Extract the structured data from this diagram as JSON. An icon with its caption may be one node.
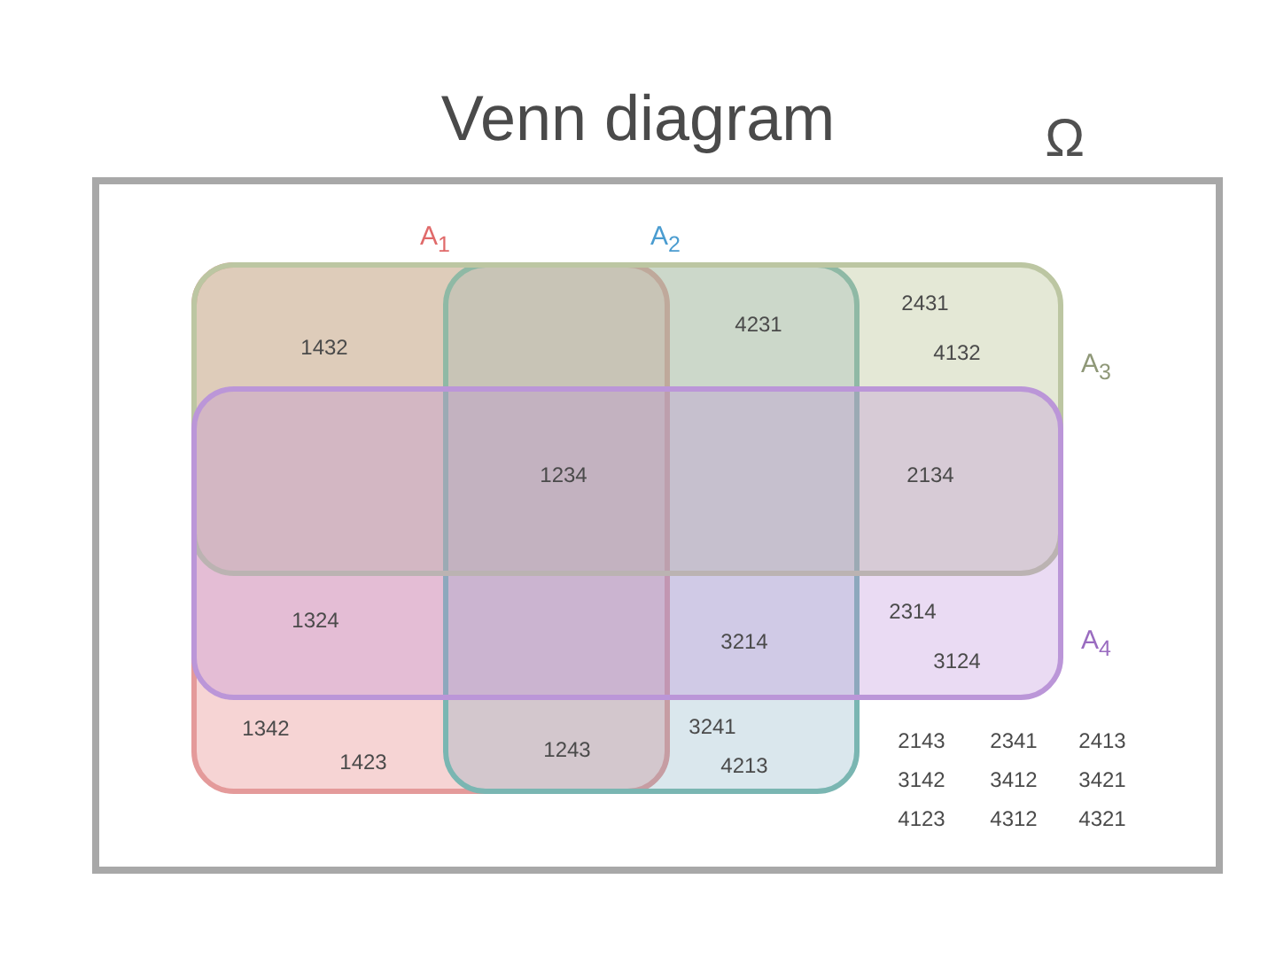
{
  "diagram": {
    "title": "Venn diagram",
    "nodes": [
      {
        "text": [
          "Ω"
        ]
      },
      {
        "text": [
          "A$_{1}$"
        ],
        "in": 0
      },
      {
        "text": [
          "A$_{2}$"
        ],
        "in": 0
      },
      {
        "text": [
          "A$_{3}$"
        ],
        "in": 0
      },
      {
        "text": [
          "A$_{4}$"
        ],
        "in": 0
      }
    ],
    "labels": [
      "1432",
      "4231",
      "2431",
      "4132",
      "1234",
      "2134",
      "1324",
      "3214",
      "2314",
      "3124",
      "1342",
      "1423",
      "1243",
      "3241",
      "4213",
      "2143",
      "2341",
      "2413",
      "3142",
      "3412",
      "3421",
      "4123",
      "4312",
      "4321"
    ]
  }
}
